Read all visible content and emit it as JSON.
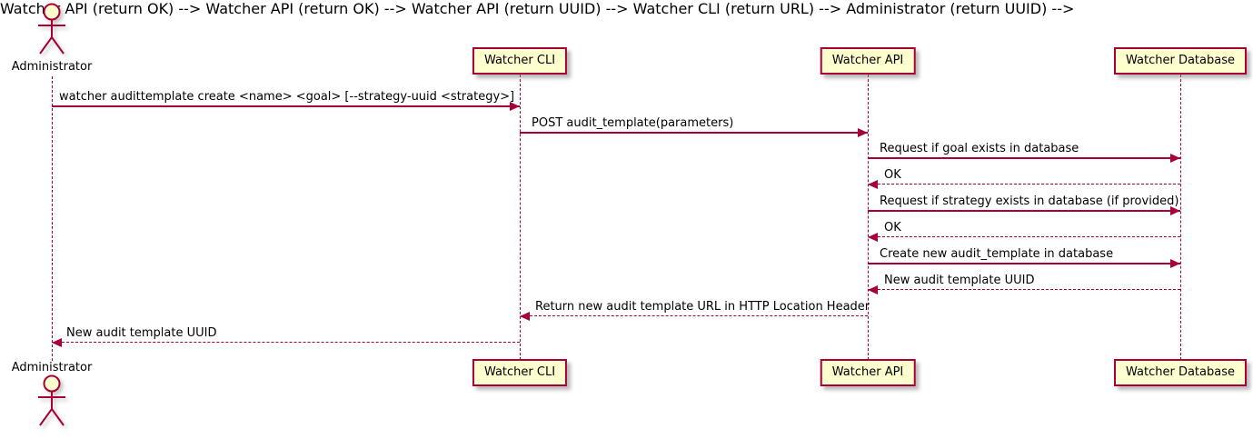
{
  "diagram": {
    "kind": "sequence-diagram",
    "colors": {
      "accent": "#A80036",
      "participant_fill": "#FEFECE",
      "text": "#000000",
      "background": "#FFFFFF"
    },
    "actor": {
      "name": "Administrator"
    },
    "participants": [
      {
        "label": "Watcher CLI"
      },
      {
        "label": "Watcher API"
      },
      {
        "label": "Watcher Database"
      }
    ],
    "messages": [
      {
        "from": "Administrator",
        "to": "Watcher CLI",
        "style": "solid",
        "text": "watcher audittemplate create <name> <goal> [--strategy-uuid <strategy>]"
      },
      {
        "from": "Watcher CLI",
        "to": "Watcher API",
        "style": "solid",
        "text": "POST audit_template(parameters)"
      },
      {
        "from": "Watcher API",
        "to": "Watcher Database",
        "style": "solid",
        "text": "Request if goal exists in database"
      },
      {
        "from": "Watcher Database",
        "to": "Watcher API",
        "style": "dashed",
        "text": "OK"
      },
      {
        "from": "Watcher API",
        "to": "Watcher Database",
        "style": "solid",
        "text": "Request if strategy exists in database (if provided)"
      },
      {
        "from": "Watcher Database",
        "to": "Watcher API",
        "style": "dashed",
        "text": "OK"
      },
      {
        "from": "Watcher API",
        "to": "Watcher Database",
        "style": "solid",
        "text": "Create new audit_template in database"
      },
      {
        "from": "Watcher Database",
        "to": "Watcher API",
        "style": "dashed",
        "text": "New audit template UUID"
      },
      {
        "from": "Watcher API",
        "to": "Watcher CLI",
        "style": "dashed",
        "text": "Return new audit template URL in HTTP Location Header"
      },
      {
        "from": "Watcher CLI",
        "to": "Administrator",
        "style": "dashed",
        "text": "New audit template UUID"
      }
    ]
  }
}
